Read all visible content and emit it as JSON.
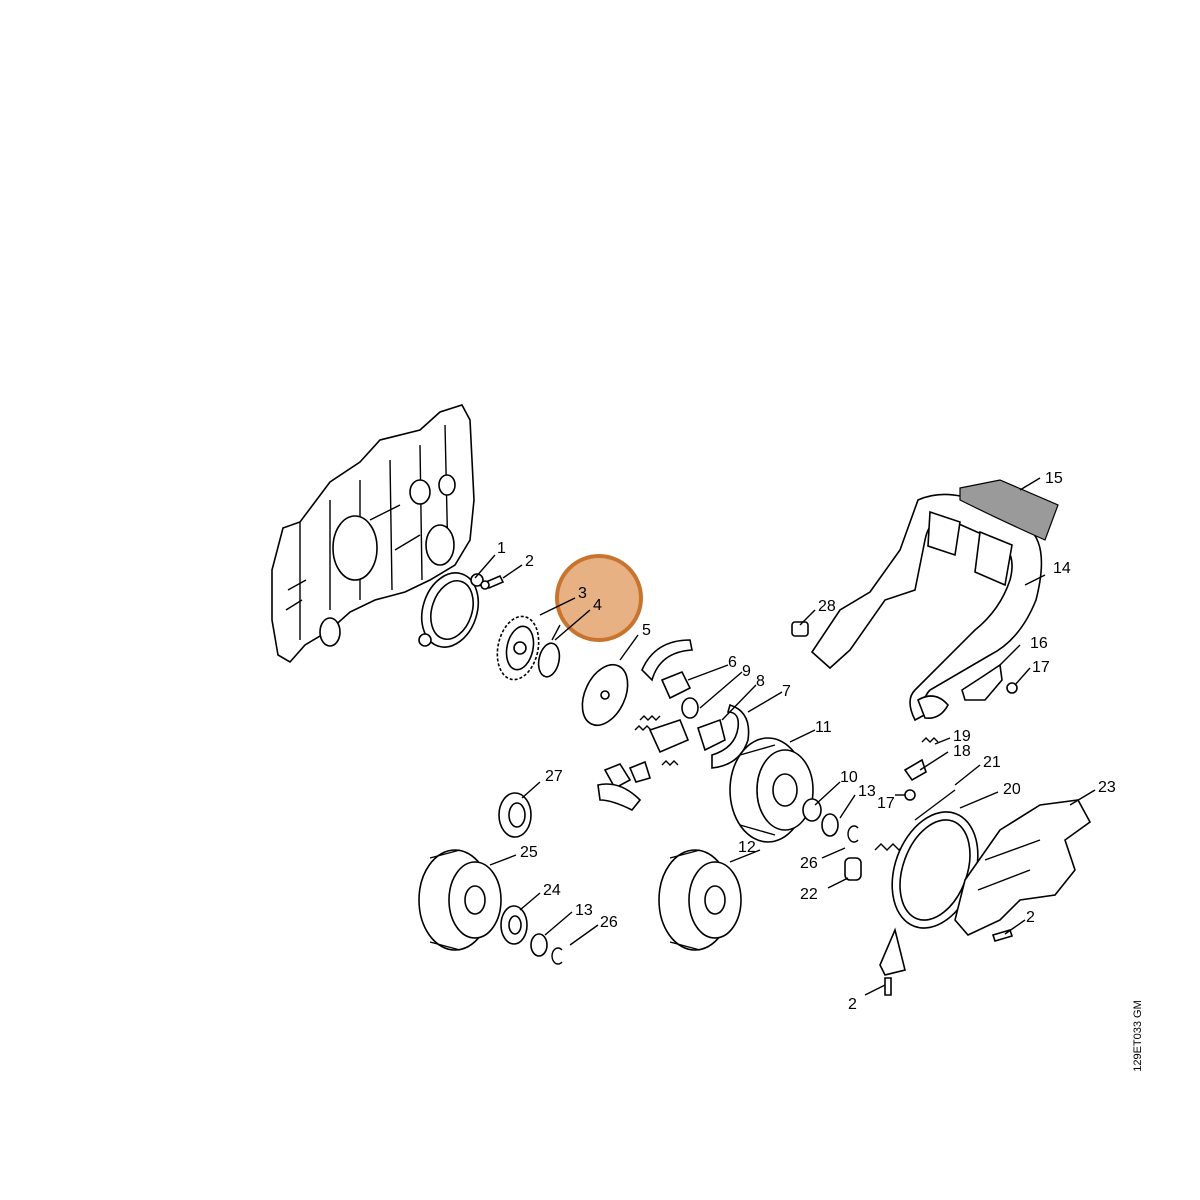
{
  "diagram": {
    "code": "129ET033 GM",
    "highlight_color": "#e3a36d",
    "highlight_border": "#c8742f",
    "labels": {
      "l1": "1",
      "l2a": "2",
      "l3": "3",
      "l4": "4",
      "l5": "5",
      "l6": "6",
      "l7": "7",
      "l8": "8",
      "l9": "9",
      "l10": "10",
      "l11": "11",
      "l12": "12",
      "l13a": "13",
      "l13b": "13",
      "l14": "14",
      "l15": "15",
      "l16": "16",
      "l17a": "17",
      "l17b": "17",
      "l18": "18",
      "l19": "19",
      "l20": "20",
      "l21": "21",
      "l22": "22",
      "l23": "23",
      "l24": "24",
      "l25": "25",
      "l26a": "26",
      "l26b": "26",
      "l27": "27",
      "l28": "28",
      "l2b": "2",
      "l2c": "2"
    }
  }
}
